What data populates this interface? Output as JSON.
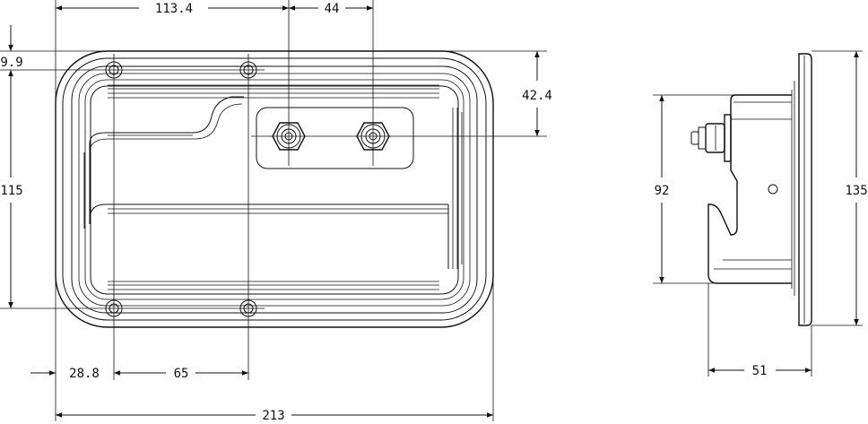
{
  "drawing": {
    "front_view": {
      "dim_overall_width": "213",
      "dim_hole_to_center": "113.4",
      "dim_post_spacing": "44",
      "dim_top_offset": "9.9",
      "dim_post_offset": "42.4",
      "dim_hole_vertical": "115",
      "dim_left_offset": "28.8",
      "dim_hole_horizontal": "65"
    },
    "side_view": {
      "dim_body_height": "92",
      "dim_overall_height": "135",
      "dim_depth": "51"
    }
  }
}
